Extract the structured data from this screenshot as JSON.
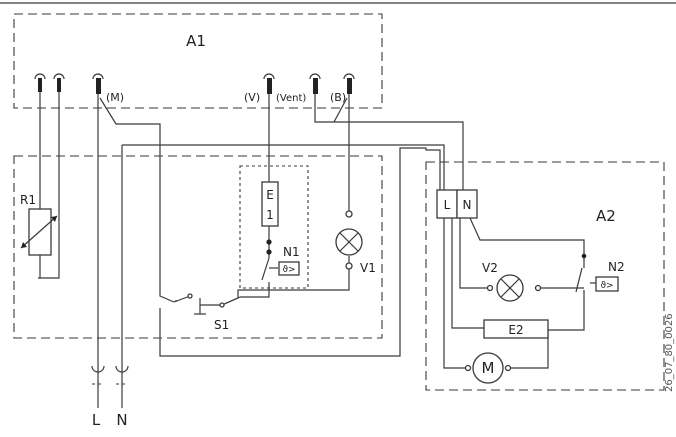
{
  "diagram": {
    "labels": {
      "a1": "A1",
      "a2": "A2",
      "r1": "R1",
      "e1_top": "E",
      "e1_bottom": "1",
      "n1": "N1",
      "v1": "V1",
      "s1": "S1",
      "v2": "V2",
      "n2": "N2",
      "e2": "E2",
      "motor": "M",
      "thermo_n1": "ϑ>",
      "thermo_n2": "ϑ>",
      "term_l_a2": "L",
      "term_n_a2": "N",
      "term_m": "(M)",
      "term_v": "(V)",
      "term_vent": "(Vent)",
      "term_b": "(B)",
      "mains_l": "L",
      "mains_n": "N",
      "doc_code": "26_07_80_0026"
    }
  }
}
